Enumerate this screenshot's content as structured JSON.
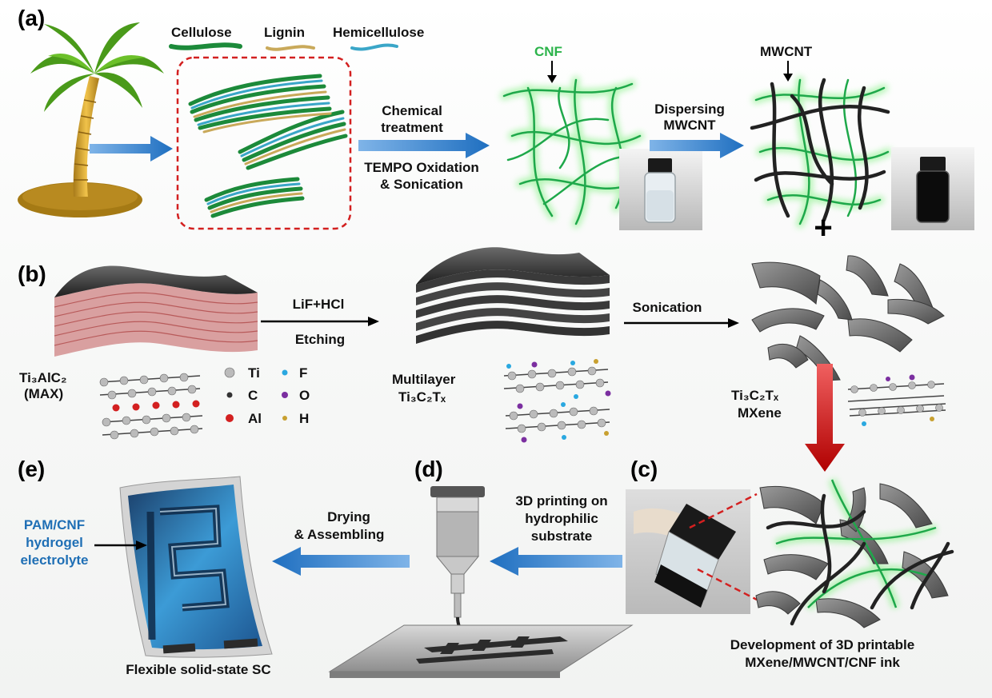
{
  "panels": {
    "a": "(a)",
    "b": "(b)",
    "c": "(c)",
    "d": "(d)",
    "e": "(e)"
  },
  "top": {
    "cellulose": "Cellulose",
    "lignin": "Lignin",
    "hemicellulose": "Hemicellulose",
    "chem1": "Chemical",
    "chem2": "treatment",
    "tempo1": "TEMPO Oxidation",
    "tempo2": "& Sonication",
    "cnf": "CNF",
    "disp1": "Dispersing",
    "disp2": "MWCNT",
    "mwcnt": "MWCNT",
    "plus": "+"
  },
  "middle": {
    "lif": "LiF+HCl",
    "etching": "Etching",
    "sonication": "Sonication",
    "max_formula": "Ti₃AlC₂",
    "max_label": "(MAX)",
    "legend": [
      {
        "label": "Ti",
        "color": "#b5b5b5"
      },
      {
        "label": "C",
        "color": "#333333"
      },
      {
        "label": "Al",
        "color": "#d32020"
      },
      {
        "label": "F",
        "color": "#2aa8e0"
      },
      {
        "label": "O",
        "color": "#7b2fa0"
      },
      {
        "label": "H",
        "color": "#c8a030"
      }
    ],
    "multi1": "Multilayer",
    "multi2": "Ti₃C₂Tₓ",
    "mx1": "Ti₃C₂Tₓ",
    "mx2": "MXene"
  },
  "bottom": {
    "dev1": "Development of 3D printable",
    "dev2": "MXene/MWCNT/CNF ink",
    "print1": "3D printing on",
    "print2": "hydrophilic",
    "print3": "substrate",
    "dry1": "Drying",
    "dry2": "& Assembling",
    "pam1": "PAM/CNF",
    "pam2": "hydrogel",
    "pam3": "electrolyte",
    "flex": "Flexible solid-state SC"
  }
}
